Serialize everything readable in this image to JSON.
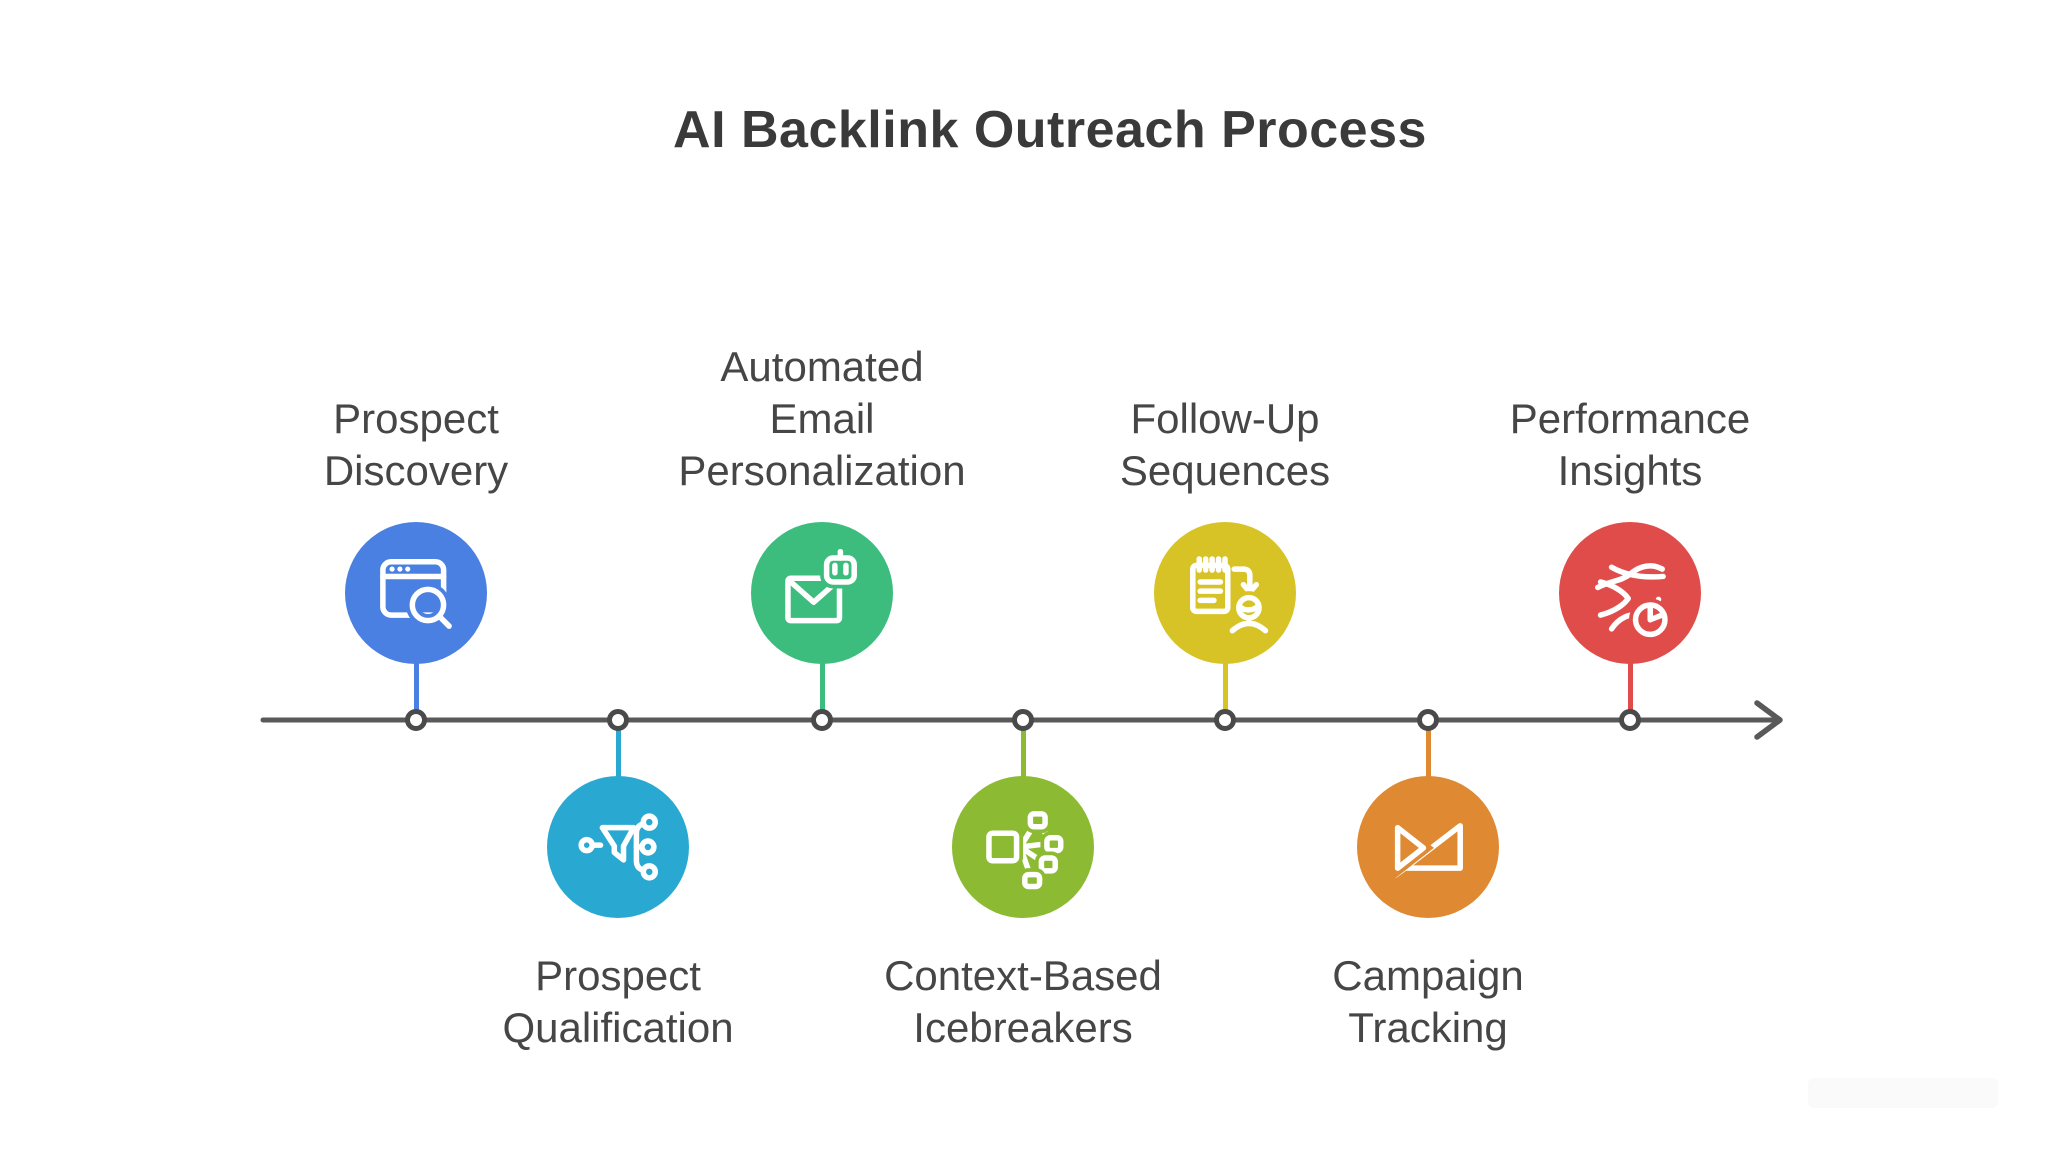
{
  "title": "AI Backlink Outreach Process",
  "colors": {
    "background": "#FFFFFF",
    "axis_line": "#595959",
    "dot_ring": "#4A4A4A",
    "title_text": "#3A3A3A",
    "label_text": "#464646",
    "icon_stroke": "#FFFFFF"
  },
  "timeline": {
    "direction": "left-to-right",
    "end_marker": "arrow"
  },
  "steps": [
    {
      "label": "Prospect\nDiscovery",
      "icon": "browser-search-icon",
      "color": "#4A80E1",
      "position": "above"
    },
    {
      "label": "Prospect\nQualification",
      "icon": "funnel-branch-icon",
      "color": "#29A9D1",
      "position": "below"
    },
    {
      "label": "Automated\nEmail\nPersonalization",
      "icon": "email-robot-icon",
      "color": "#3CBD7D",
      "position": "above"
    },
    {
      "label": "Context-Based\nIcebreakers",
      "icon": "mindmap-icon",
      "color": "#8CBA33",
      "position": "below"
    },
    {
      "label": "Follow-Up\nSequences",
      "icon": "checklist-person-icon",
      "color": "#D8C327",
      "position": "above"
    },
    {
      "label": "Campaign\nTracking",
      "icon": "send-chart-icon",
      "color": "#DF8A32",
      "position": "below"
    },
    {
      "label": "Performance\nInsights",
      "icon": "flow-piechart-icon",
      "color": "#E04C4A",
      "position": "above"
    }
  ]
}
